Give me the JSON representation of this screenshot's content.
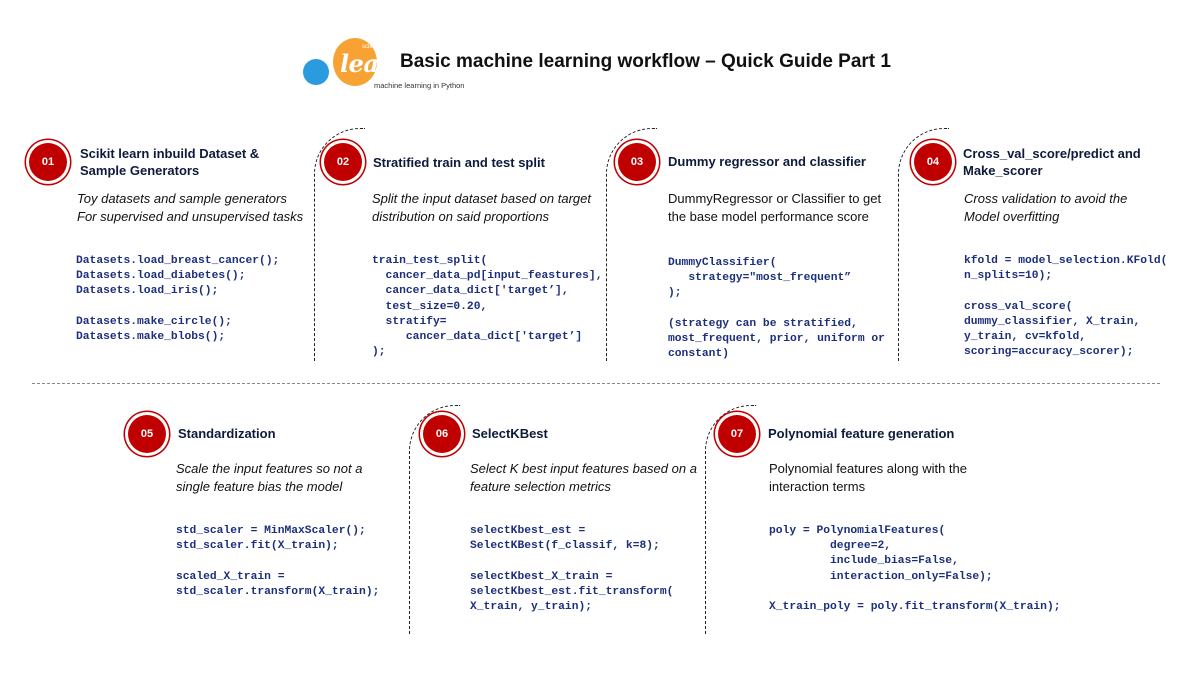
{
  "header": {
    "logo_small": "scikit",
    "logo_word": "learn",
    "logo_tagline": "machine learning in Python",
    "title": "Basic machine learning workflow – Quick Guide Part 1"
  },
  "colors": {
    "accent": "#c00000",
    "code": "#1c2f7c",
    "logo_orange": "#f7a233",
    "logo_blue": "#2b9be0"
  },
  "steps": [
    {
      "number": "01",
      "title": "Scikit learn inbuild Dataset & Sample Generators",
      "description": "Toy datasets and sample generators For supervised and unsupervised tasks",
      "code": "Datasets.load_breast_cancer();\nDatasets.load_diabetes();\nDatasets.load_iris();\n\nDatasets.make_circle();\nDatasets.make_blobs();"
    },
    {
      "number": "02",
      "title": "Stratified train and test split",
      "description": "Split the input dataset based on target distribution on said proportions",
      "code": "train_test_split(\n  cancer_data_pd[input_feastures],\n  cancer_data_dict['target’],\n  test_size=0.20,\n  stratify=\n     cancer_data_dict['target’]\n);"
    },
    {
      "number": "03",
      "title": "Dummy regressor and classifier",
      "description": "DummyRegressor or Classifier to get the base model performance score",
      "code": "DummyClassifier(\n   strategy=\"most_frequent”\n);\n\n(strategy can be stratified,\nmost_frequent, prior, uniform or\nconstant)"
    },
    {
      "number": "04",
      "title": "Cross_val_score/predict and Make_scorer",
      "description": "Cross validation to avoid the Model overfitting",
      "code": "kfold = model_selection.KFold(\nn_splits=10);\n\ncross_val_score(\ndummy_classifier, X_train,\ny_train, cv=kfold,\nscoring=accuracy_scorer);"
    },
    {
      "number": "05",
      "title": "Standardization",
      "description": "Scale the input features so not a single feature bias the model",
      "code": "std_scaler = MinMaxScaler();\nstd_scaler.fit(X_train);\n\nscaled_X_train =\nstd_scaler.transform(X_train);"
    },
    {
      "number": "06",
      "title": "SelectKBest",
      "description": "Select K best input features based on a feature selection metrics",
      "code": "selectKbest_est =\nSelectKBest(f_classif, k=8);\n\nselectKbest_X_train =\nselectKbest_est.fit_transform(\nX_train, y_train);"
    },
    {
      "number": "07",
      "title": "Polynomial feature generation",
      "description": "Polynomial features along with the interaction terms",
      "code": "poly = PolynomialFeatures(\n         degree=2,\n         include_bias=False,\n         interaction_only=False);\n\nX_train_poly = poly.fit_transform(X_train);"
    }
  ]
}
